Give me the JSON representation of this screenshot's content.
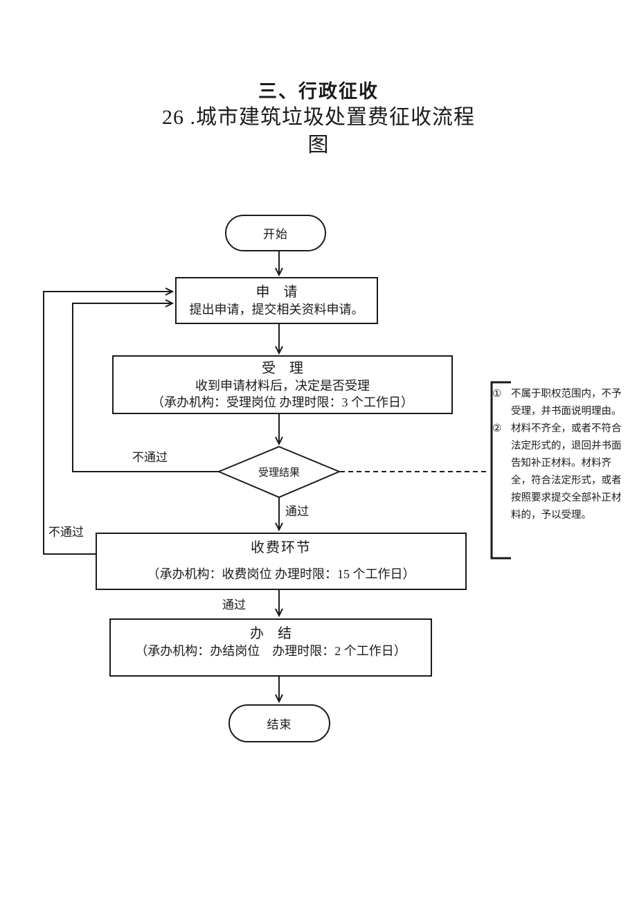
{
  "header": {
    "section_title": "三、行政征收",
    "doc_title_line1": "26 .城市建筑垃圾处置费征收流程",
    "doc_title_line2": "图"
  },
  "flow": {
    "start_label": "开始",
    "apply": {
      "title": "申　请",
      "desc": "提出申请，提交相关资料申请。"
    },
    "accept": {
      "title": "受　理",
      "desc": "收到申请材料后，决定是否受理",
      "meta": "（承办机构：受理岗位 办理时限：3 个工作日）"
    },
    "decision_label": "受理结果",
    "charge": {
      "title": "收费环节",
      "meta": "（承办机构：收费岗位 办理时限：15 个工作日）"
    },
    "complete": {
      "title": "办　结",
      "meta": "（承办机构：办结岗位　办理时限：2 个工作日）"
    },
    "end_label": "结束",
    "edge_labels": {
      "decision_fail": "不通过",
      "charge_fail": "不通过",
      "decision_pass": "通过",
      "charge_pass": "通过"
    },
    "note": {
      "items": [
        {
          "num": "①",
          "text": "不属于职权范围内，不予受理，并书面说明理由。"
        },
        {
          "num": "②",
          "text": "材料不齐全，或者不符合法定形式的，退回并书面告知补正材料。材料齐 全，符合法定形式，或者 按照要求提交全部补正材 料的，予以受理。"
        }
      ]
    }
  },
  "colors": {
    "ink": "#1a1a1a",
    "background": "#ffffff"
  }
}
